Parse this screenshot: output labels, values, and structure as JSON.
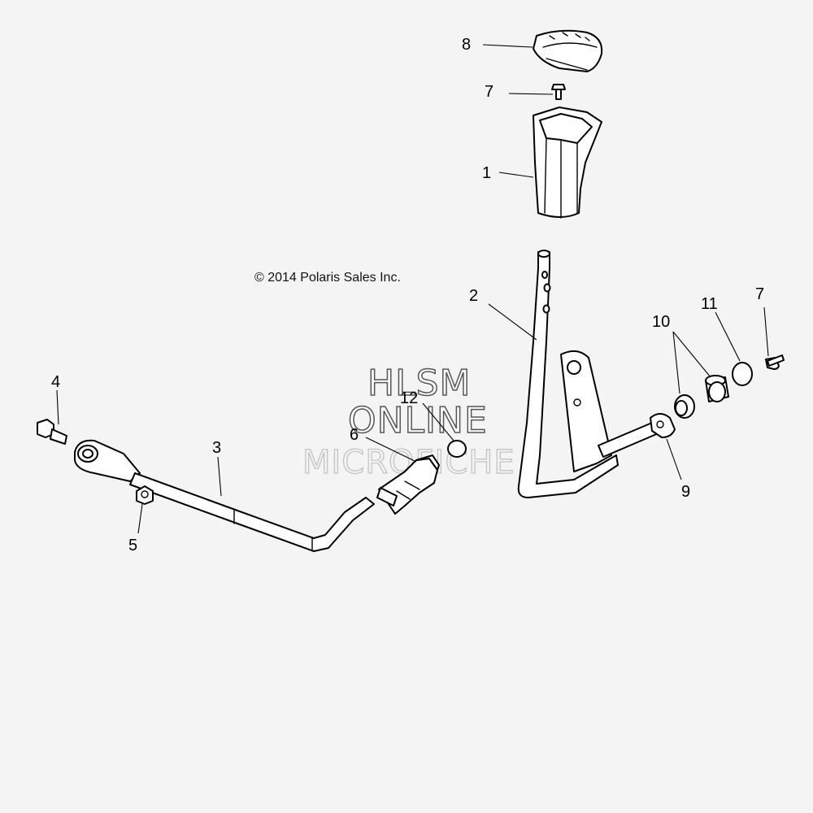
{
  "copyright": "© 2014 Polaris Sales Inc.",
  "watermark": {
    "line1": "HLSM",
    "line2": "ONLINE",
    "line3": "MICROFICHE"
  },
  "callouts": {
    "c1": "1",
    "c2": "2",
    "c3": "3",
    "c4": "4",
    "c5": "5",
    "c6": "6",
    "c7a": "7",
    "c7b": "7",
    "c8": "8",
    "c9": "9",
    "c10": "10",
    "c11": "11",
    "c12": "12"
  }
}
